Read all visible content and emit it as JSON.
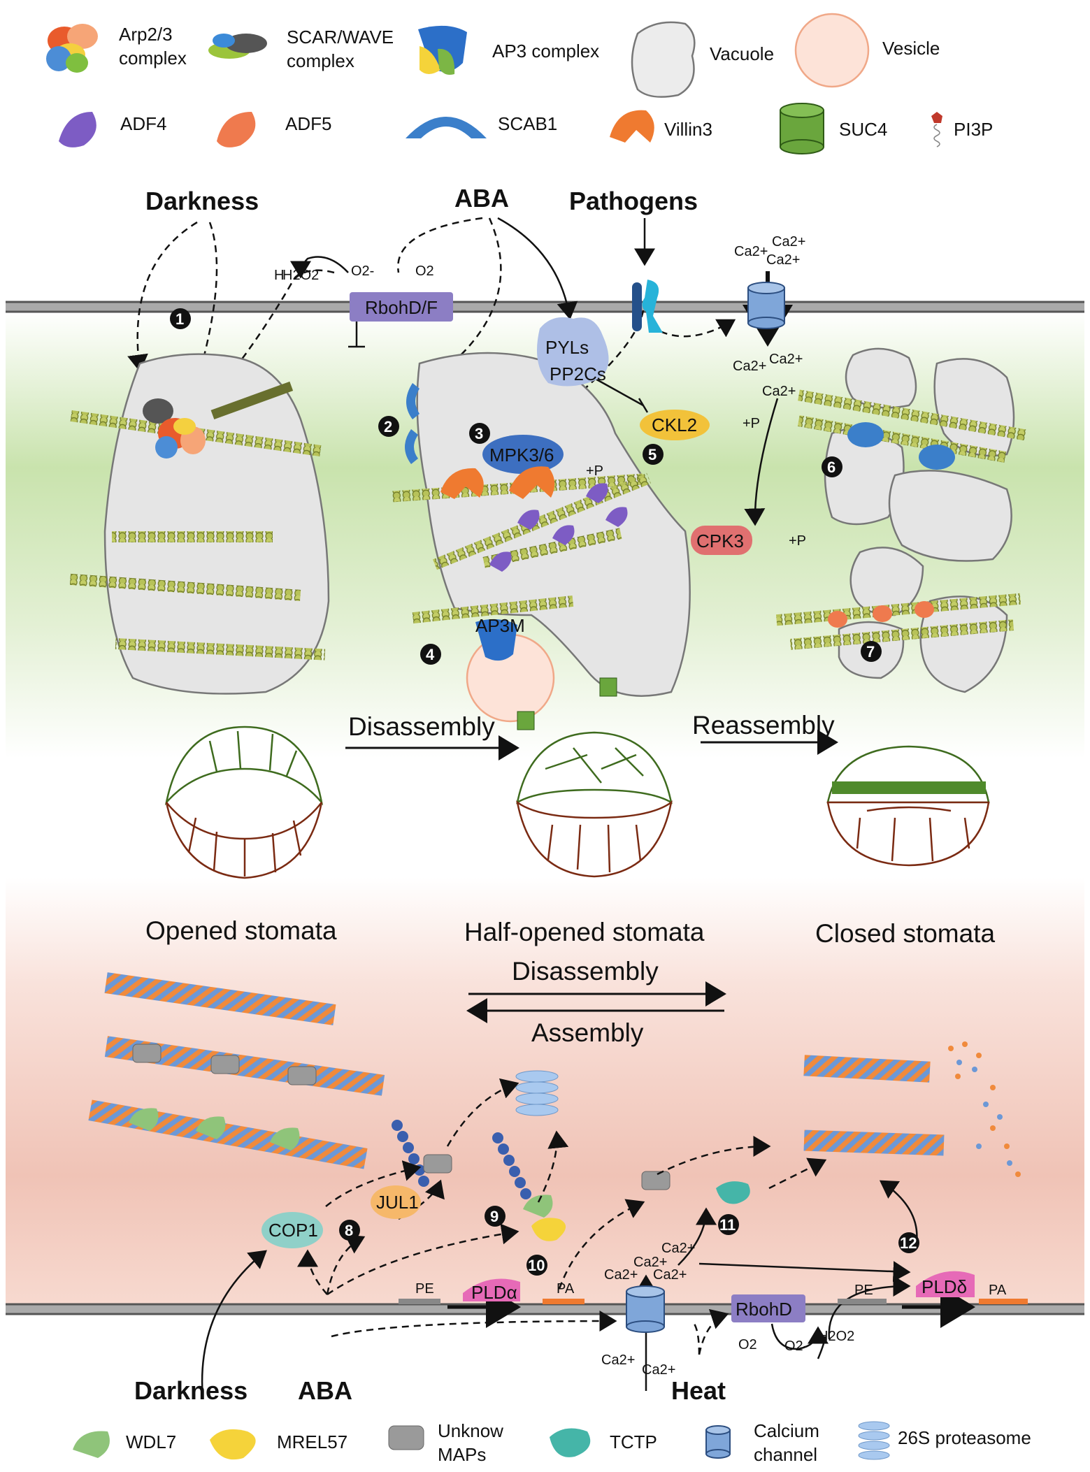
{
  "legend_top": {
    "arp23": "Arp2/3 complex",
    "scar_wave": "SCAR/WAVE complex",
    "ap3": "AP3 complex",
    "vacuole": "Vacuole",
    "vesicle": "Vesicle",
    "adf4": "ADF4",
    "adf5": "ADF5",
    "scab1": "SCAB1",
    "villin3": "Villin3",
    "suc4": "SUC4",
    "pi3p": "PI3P"
  },
  "stimuli": {
    "darkness": "Darkness",
    "aba": "ABA",
    "pathogens": "Pathogens",
    "heat": "Heat"
  },
  "molecules": {
    "rboh_df": "RbohD/F",
    "rbohd": "RbohD",
    "h2o2": "H2O2",
    "o2_minus": "O2-",
    "o2": "O2",
    "ca": "Ca2+",
    "pyls": "PYLs",
    "pp2cs": "PP2Cs",
    "mpk36": "MPK3/6",
    "ckl2": "CKL2",
    "cpk3": "CPK3",
    "ap3m": "AP3M",
    "plus_p": "+P",
    "cop1": "COP1",
    "jul1": "JUL1",
    "pld_alpha": "PLDα",
    "pld_delta": "PLDδ",
    "pe": "PE",
    "pa": "PA"
  },
  "steps": [
    "1",
    "2",
    "3",
    "4",
    "5",
    "6",
    "7",
    "8",
    "9",
    "10",
    "11",
    "12"
  ],
  "process": {
    "disassembly": "Disassembly",
    "reassembly": "Reassembly",
    "assembly": "Assembly"
  },
  "stomata": {
    "opened": "Opened stomata",
    "half_opened": "Half-opened stomata",
    "closed": "Closed stomata"
  },
  "legend_bottom": {
    "wdl7": "WDL7",
    "mrel57": "MREL57",
    "unknown_maps_1": "Unknow",
    "unknown_maps_2": "MAPs",
    "tctp": "TCTP",
    "calcium_channel_1": "Calcium",
    "calcium_channel_2": "channel",
    "proteasome": "26S proteasome"
  },
  "colors": {
    "actin_green": "#b9c45a",
    "upper_bg": "#cfe6b6",
    "lower_bg": "#f2cdc3",
    "guard_green": "#3e6b1e",
    "guard_brown": "#7a2a12",
    "rboh": "#8c7ec4",
    "mpk": "#3d6fc0",
    "ckl2": "#f2c23a",
    "cpk3": "#e07070",
    "cop1": "#8fd0c8",
    "jul1": "#f6b86a",
    "pld": "#e66ab7"
  }
}
